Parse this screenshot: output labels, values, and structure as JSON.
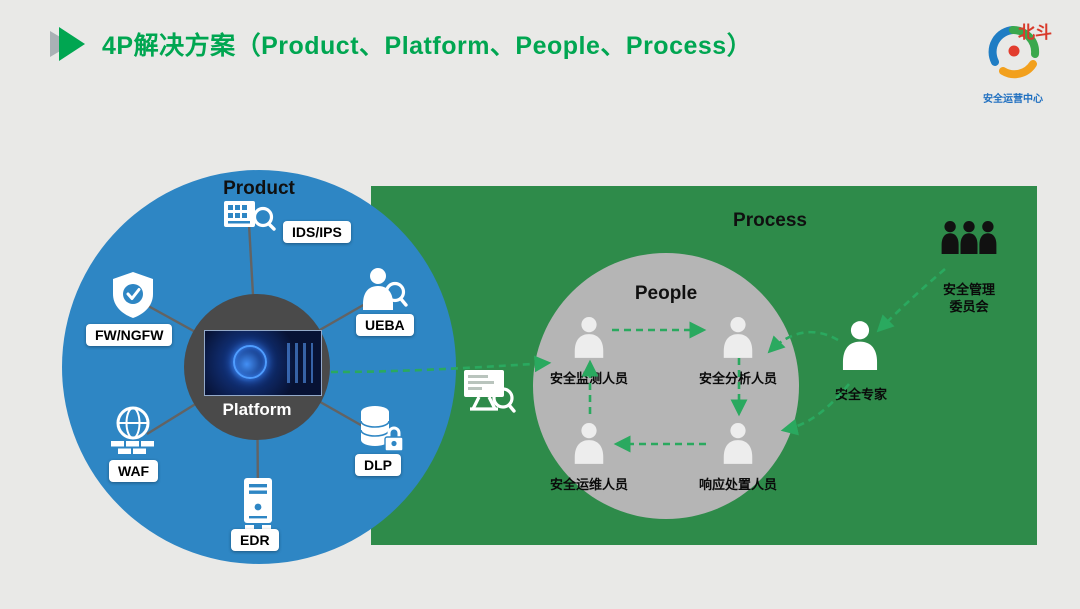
{
  "title": "4P解决方案（Product、Platform、People、Process）",
  "logo": {
    "mark": "北斗",
    "caption": "安全运营中心"
  },
  "product": {
    "label": "Product",
    "platform_label": "Platform",
    "items": [
      {
        "id": "ids-ips",
        "label": "IDS/IPS",
        "icon": "server-scan-icon"
      },
      {
        "id": "fw-ngfw",
        "label": "FW/NGFW",
        "icon": "shield-icon"
      },
      {
        "id": "ueba",
        "label": "UEBA",
        "icon": "user-search-icon"
      },
      {
        "id": "waf",
        "label": "WAF",
        "icon": "globe-wall-icon"
      },
      {
        "id": "dlp",
        "label": "DLP",
        "icon": "database-lock-icon"
      },
      {
        "id": "edr",
        "label": "EDR",
        "icon": "server-tower-icon"
      }
    ]
  },
  "process": {
    "label": "Process",
    "people": {
      "label": "People",
      "roles": [
        {
          "label": "安全监测人员"
        },
        {
          "label": "安全分析人员"
        },
        {
          "label": "安全运维人员"
        },
        {
          "label": "响应处置人员"
        }
      ]
    },
    "expert_label": "安全专家",
    "committee_line1": "安全管理",
    "committee_line2": "委员会"
  },
  "colors": {
    "title_green": "#00a651",
    "product_blue": "#2e86c4",
    "process_green": "#2e8b4a",
    "people_gray": "#b5b5b5",
    "arrow_green": "#2aa95f",
    "platform_dark": "#4a4a4a"
  }
}
